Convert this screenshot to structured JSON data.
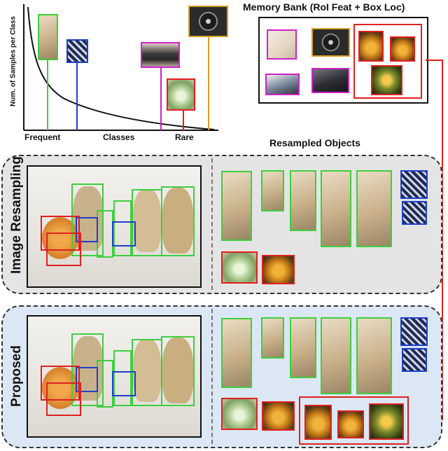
{
  "chart": {
    "ylabel": "Num. of Samples per Class",
    "xlabel": "Classes",
    "xtick_frequent": "Frequent",
    "xtick_rare": "Rare"
  },
  "memory_bank": {
    "title": "Memory Bank (RoI Feat + Box Loc)"
  },
  "resampled": {
    "title": "Resampled Objects"
  },
  "panels": {
    "image_resampling": "Image Resampling",
    "proposed": "Proposed"
  },
  "colors": {
    "frequent": "#3ecf3e",
    "common": "#1d3fc9",
    "rare": "#e02020",
    "wheel": "#d4a020",
    "magenta": "#d020c8"
  }
}
